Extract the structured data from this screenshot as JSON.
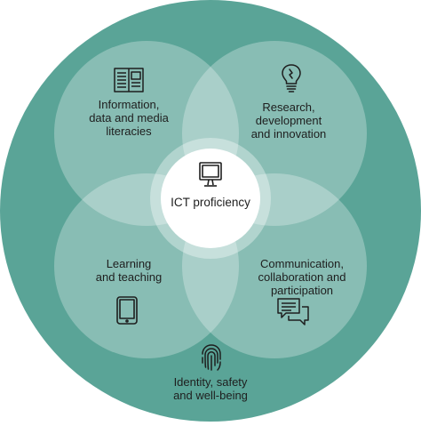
{
  "colors": {
    "outer_ring": "#5aa497",
    "petal": "#ffffff",
    "center": "#ffffff",
    "text": "#1e1e1e",
    "icon": "#1e1e1e"
  },
  "center": {
    "label": "ICT proficiency",
    "icon": "monitor-icon"
  },
  "areas": [
    {
      "id": "information",
      "label": "Information,\ndata and media\nliteracies",
      "icon": "newspaper-icon"
    },
    {
      "id": "research",
      "label": "Research,\ndevelopment\nand innovation",
      "icon": "lightbulb-icon"
    },
    {
      "id": "learning",
      "label": "Learning\nand teaching",
      "icon": "tablet-icon"
    },
    {
      "id": "communication",
      "label": "Communication,\ncollaboration and\nparticipation",
      "icon": "chat-bubbles-icon"
    },
    {
      "id": "identity",
      "label": "Identity, safety\nand well-being",
      "icon": "fingerprint-icon"
    }
  ]
}
